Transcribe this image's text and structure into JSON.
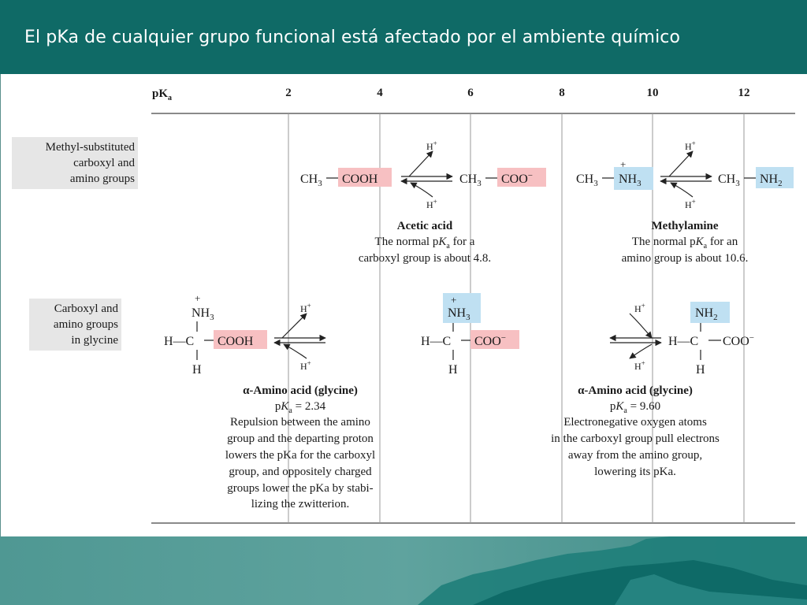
{
  "title": "El pKa de cualquier grupo funcional está afectado por el ambiente químico",
  "axis": {
    "label": "pK",
    "sub": "a",
    "ticks": [
      "2",
      "4",
      "6",
      "8",
      "10",
      "12"
    ]
  },
  "rows": {
    "methyl": [
      "Methyl-substituted",
      "carboxyl and",
      "amino groups"
    ],
    "glycine": [
      "Carboxyl and",
      "amino groups",
      "in glycine"
    ]
  },
  "chem": {
    "ch3": "CH",
    "three": "3",
    "cooh": "COOH",
    "coo": "COO",
    "minus": "−",
    "nh": "NH",
    "two": "2",
    "h": "H",
    "plus": "+",
    "hc": "H—C",
    "c": "C"
  },
  "acetic": {
    "title": "Acetic acid",
    "l1a": "The normal p",
    "l1b": " for a",
    "l2": "carboxyl group is about 4.8."
  },
  "methylamine": {
    "title": "Methylamine",
    "l1a": "The normal p",
    "l1b": " for an",
    "l2": "amino group is about 10.6."
  },
  "glycine1": {
    "title": "α-Amino acid (glycine)",
    "pka": " = 2.34",
    "lines": [
      "Repulsion between the amino",
      "group and the departing proton",
      "lowers the pKa for the carboxyl",
      "group, and oppositely charged",
      "groups lower the pKa by stabi-",
      "lizing the zwitterion."
    ]
  },
  "glycine2": {
    "title": "α-Amino acid (glycine)",
    "pka": " = 9.60",
    "lines": [
      "Electronegative oxygen atoms",
      "in the carboxyl group pull electrons",
      "away from the amino group,",
      "lowering its pKa."
    ]
  },
  "kletter": "K",
  "asub": "a",
  "colors": {
    "header": "#0f6a66",
    "acid_box": "#f7c0c2",
    "base_box": "#bfe0f2",
    "label_box": "#e6e6e6",
    "rule": "#8a8a8a"
  }
}
